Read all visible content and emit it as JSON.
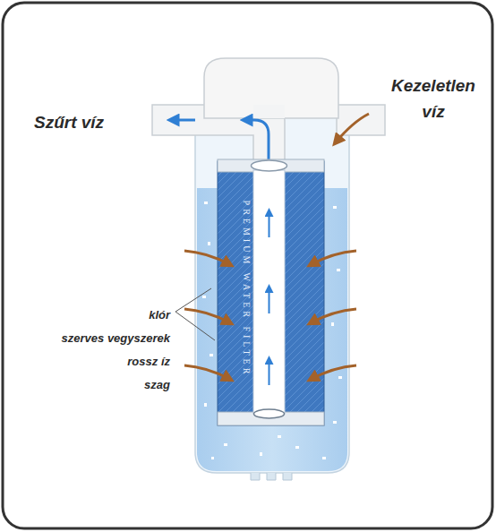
{
  "diagram": {
    "labels": [
      "Szűrt víz",
      "Kezeletlen víz",
      "PREMIUM WATER FILTER",
      "klór",
      "szerves vegyszerek",
      "rossz íz",
      "szag"
    ]
  }
}
